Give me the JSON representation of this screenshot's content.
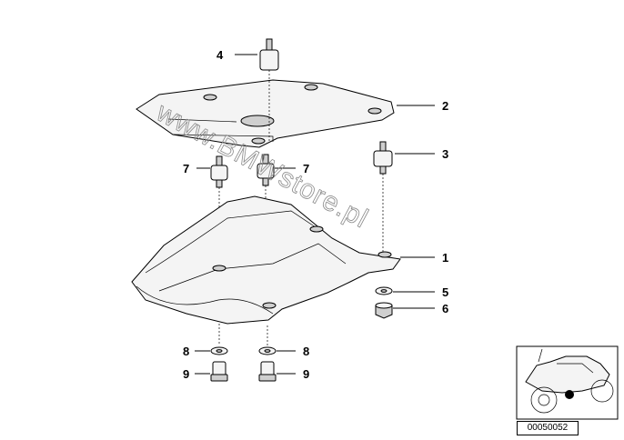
{
  "watermark": "www.BMWstore.pl",
  "diagram_number": "00050052",
  "callouts": {
    "c1": "1",
    "c2": "2",
    "c3": "3",
    "c4": "4",
    "c5": "5",
    "c6": "6",
    "c7a": "7",
    "c7b": "7",
    "c8a": "8",
    "c8b": "8",
    "c9a": "9",
    "c9b": "9"
  }
}
